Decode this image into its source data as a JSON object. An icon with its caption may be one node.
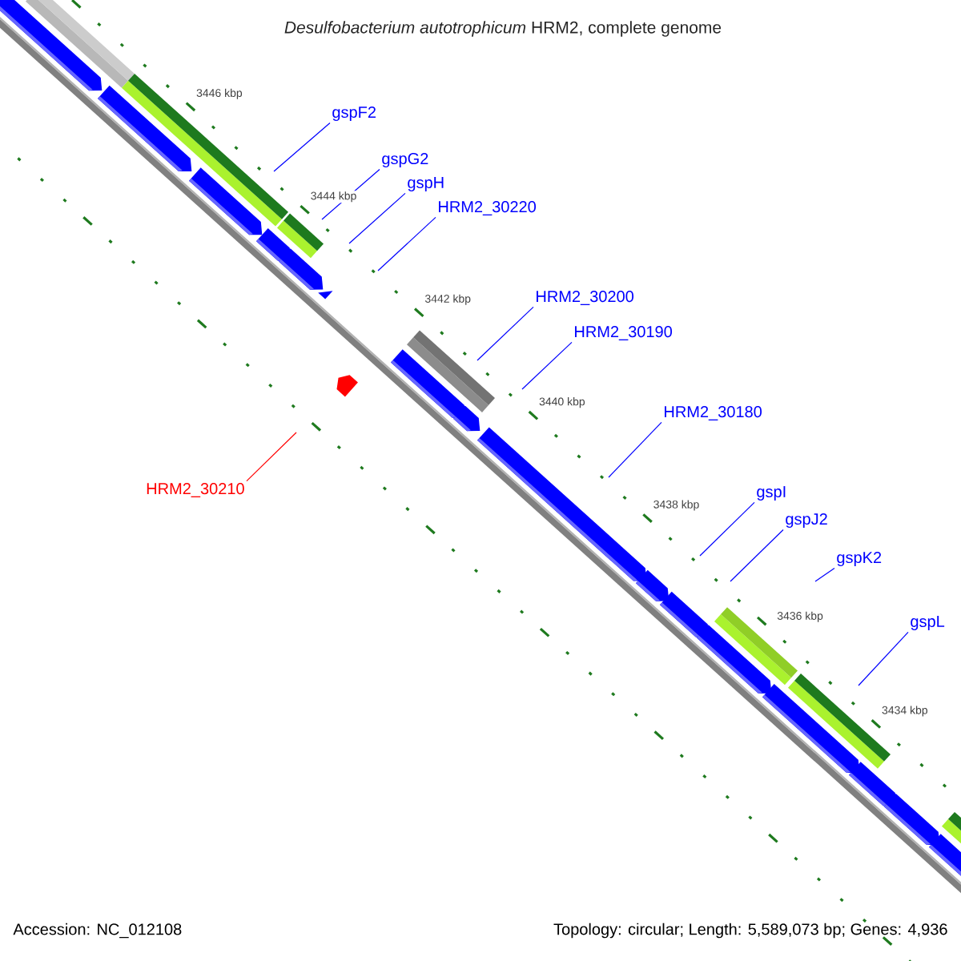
{
  "diagram": {
    "title": "*Desulfobacterium autotrophicum* HRM2, complete genome",
    "nodes": [
      {
        "text": [
          "gspF2"
        ]
      },
      {
        "text": [
          "gspG2"
        ]
      },
      {
        "text": [
          "gspH"
        ]
      },
      {
        "text": [
          "HRM2_30220"
        ]
      },
      {
        "text": [
          "HRM2_30200"
        ]
      },
      {
        "text": [
          "HRM2_30190"
        ]
      },
      {
        "text": [
          "HRM2_30180"
        ]
      },
      {
        "text": [
          "HRM2_30210"
        ]
      },
      {
        "text": [
          "gspI"
        ]
      },
      {
        "text": [
          "gspJ2"
        ]
      },
      {
        "text": [
          "gspK2"
        ]
      },
      {
        "text": [
          "gspL"
        ]
      }
    ],
    "edges": [
      {
        "from": 0,
        "to": null,
        "arrow": "none"
      },
      {
        "from": 1,
        "to": null,
        "arrow": "none"
      },
      {
        "from": 2,
        "to": null,
        "arrow": "none"
      },
      {
        "from": 3,
        "to": null,
        "arrow": "none"
      },
      {
        "from": 4,
        "to": null,
        "arrow": "none"
      },
      {
        "from": 5,
        "to": null,
        "arrow": "none"
      },
      {
        "from": 6,
        "to": null,
        "arrow": "none"
      },
      {
        "from": 7,
        "to": null,
        "arrow": "none",
        "color": "#ff0000"
      },
      {
        "from": 8,
        "to": null,
        "arrow": "none"
      },
      {
        "from": 9,
        "to": null,
        "arrow": "none"
      },
      {
        "from": 10,
        "to": null,
        "arrow": "none"
      },
      {
        "from": 11,
        "to": null,
        "arrow": "none"
      }
    ],
    "labels": [
      "3446 kbp",
      "3444 kbp",
      "3442 kbp",
      "3440 kbp",
      "3438 kbp",
      "3436 kbp",
      "3434 kbp",
      "Accession: NC_012108",
      "Topology: circular; Length: 5,589,073 bp; Genes: 4,936"
    ]
  }
}
